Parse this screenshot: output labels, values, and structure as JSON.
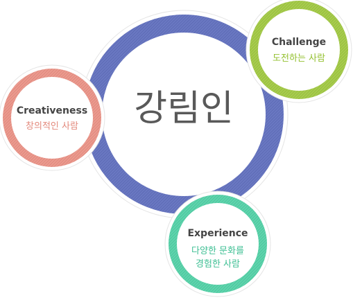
{
  "center": {
    "title": "강림인",
    "color": "#6270b8"
  },
  "nodes": [
    {
      "key": "challenge",
      "title": "Challenge",
      "subtitle": [
        "도전하는 사람"
      ],
      "color": "#9bc43c"
    },
    {
      "key": "creativeness",
      "title": "Creativeness",
      "subtitle": [
        "창의적인 사람"
      ],
      "color": "#e3897c"
    },
    {
      "key": "experience",
      "title": "Experience",
      "subtitle": [
        "다양한 문화를",
        "경험한 사람"
      ],
      "color": "#4ecba0"
    }
  ]
}
